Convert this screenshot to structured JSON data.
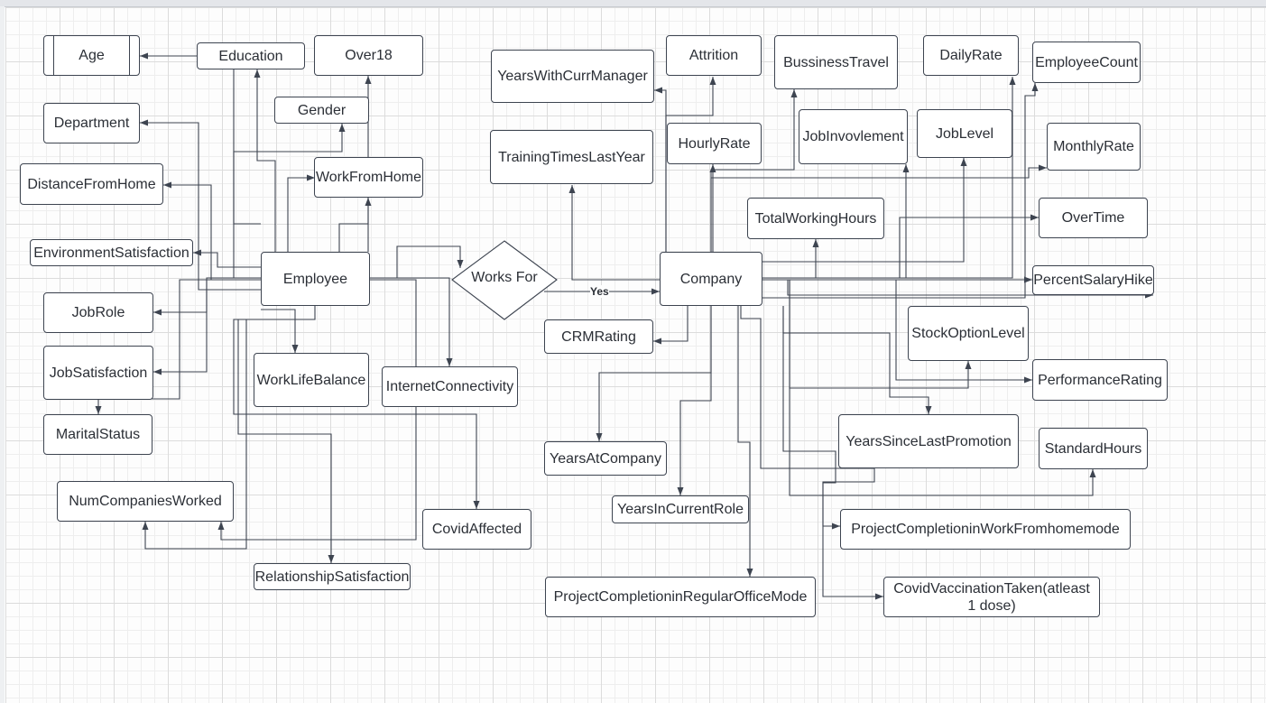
{
  "diagram": {
    "entities": {
      "employee": "Employee",
      "company": "Company"
    },
    "relationship": {
      "label": "Works For",
      "edge_label": "Yes"
    },
    "employee_attributes": {
      "age": "Age",
      "education": "Education",
      "over18": "Over18",
      "department": "Department",
      "gender": "Gender",
      "distance_from_home": "DistanceFromHome",
      "work_from_home": "WorkFromHome",
      "environment_satisfaction": "EnvironmentSatisfaction",
      "job_role": "JobRole",
      "job_satisfaction": "JobSatisfaction",
      "work_life_balance": "WorkLifeBalance",
      "internet_connectivity": "InternetConnectivity",
      "marital_status": "MaritalStatus",
      "num_companies_worked": "NumCompaniesWorked",
      "covid_affected": "CovidAffected",
      "relationship_satisfaction": "RelationshipSatisfaction"
    },
    "company_attributes": {
      "years_with_curr_manager": "YearsWithCurrManager",
      "attrition": "Attrition",
      "business_travel": "BussinessTravel",
      "daily_rate": "DailyRate",
      "employee_count": "EmployeeCount",
      "training_times_last_year": "TrainingTimesLastYear",
      "hourly_rate": "HourlyRate",
      "job_involvement": "JobInvovlement",
      "job_level": "JobLevel",
      "monthly_rate": "MonthlyRate",
      "total_working_hours": "TotalWorkingHours",
      "over_time": "OverTime",
      "percent_salary_hike": "PercentSalaryHike",
      "crm_rating": "CRMRating",
      "stock_option_level": "StockOptionLevel",
      "performance_rating": "PerformanceRating",
      "years_since_last_promotion": "YearsSinceLastPromotion",
      "standard_hours": "StandardHours",
      "years_at_company": "YearsAtCompany",
      "years_in_current_role": "YearsInCurrentRole",
      "project_completion_wfh": "ProjectCompletioninWorkFromhomemode",
      "project_completion_office": "ProjectCompletioninRegularOfficeMode",
      "covid_vaccination": "CovidVaccinationTaken(atleast 1 dose)"
    },
    "colors": {
      "stroke": "#3d4450",
      "text": "#2b2f36",
      "grid": "#dcdcdc"
    }
  }
}
